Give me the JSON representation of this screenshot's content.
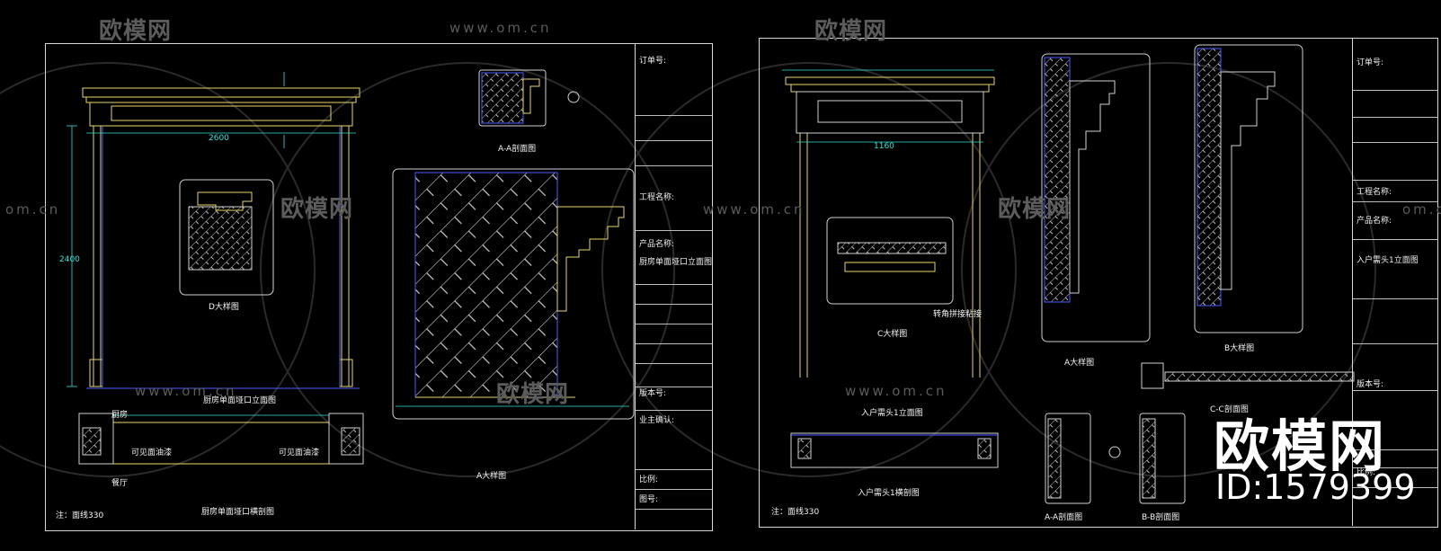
{
  "watermarks": {
    "brand": "欧模网",
    "url": "www.om.cn",
    "url_short": "om.cn",
    "overlay_brand": "欧模网",
    "overlay_id": "ID:1579399"
  },
  "sheet1": {
    "title_block": {
      "order_no": "订单号:",
      "project_name": "工程名称:",
      "product_name": "产品名称:",
      "product_value": "厨房单面垭口立面图",
      "version": "版本号:",
      "owner_confirm": "业主确认:",
      "scale": "比例:",
      "drawing_no": "图号:"
    },
    "labels": {
      "elevation_title": "厨房单面垭口立面图",
      "section_title": "厨房单面垭口横剖图",
      "detail_d": "D大样图",
      "detail_aa": "A-A剖面图",
      "detail_a": "A大样图",
      "kitchen": "厨房",
      "living": "餐厅",
      "note": "注：面线330",
      "finish_note": "可见面油漆",
      "finish_note2": "可见面油漆",
      "dim_width": "2600",
      "dim_height": "2400"
    }
  },
  "sheet2": {
    "title_block": {
      "order_no": "订单号:",
      "project_name": "工程名称:",
      "product_name": "产品名称:",
      "product_value": "入户需头1立面图",
      "version": "版本号:",
      "scale": "比例:"
    },
    "labels": {
      "elevation_title": "入户需头1立面图",
      "section_title": "入户需头1横剖图",
      "detail_c": "C大样图",
      "detail_a": "A大样图",
      "detail_b": "B大样图",
      "detail_cc": "C-C剖面图",
      "detail_aa": "A-A剖面图",
      "detail_bb": "B-B剖面图",
      "note": "注：面线330",
      "finish_note": "转角拼接粘接",
      "dim_width": "1160"
    }
  }
}
